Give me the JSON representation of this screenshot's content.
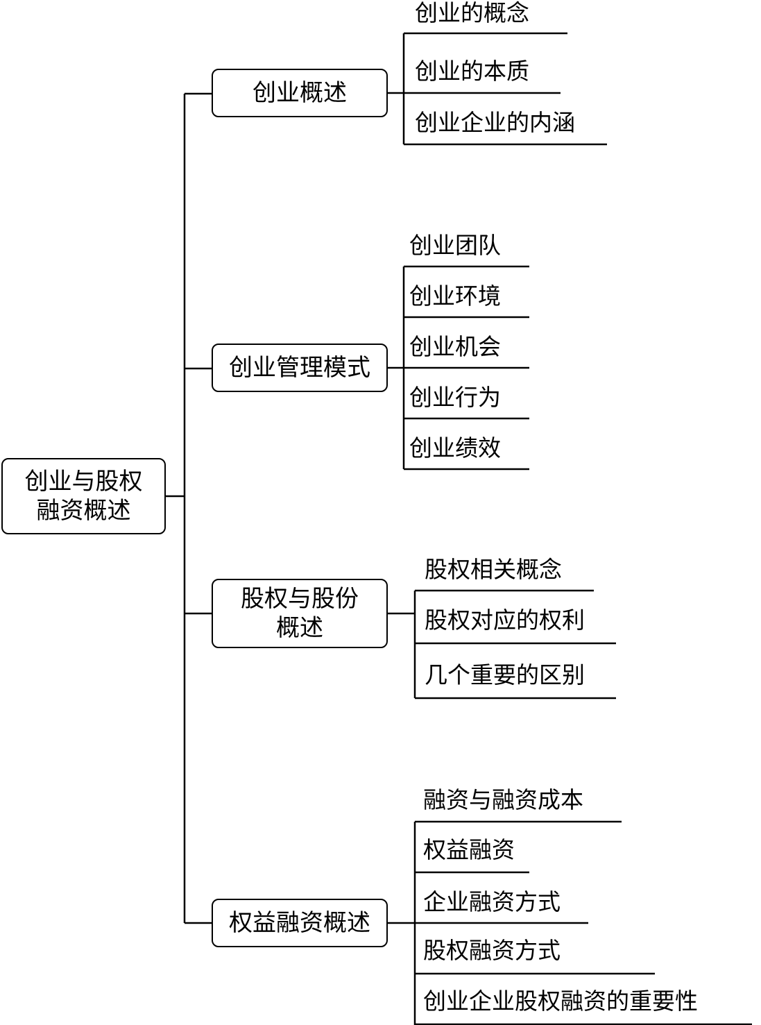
{
  "root": {
    "line1": "创业与股权",
    "line2": "融资概述"
  },
  "branches": [
    {
      "label": "创业概述",
      "items": [
        "创业的概念",
        "创业的本质",
        "创业企业的内涵"
      ]
    },
    {
      "label": "创业管理模式",
      "items": [
        "创业团队",
        "创业环境",
        "创业机会",
        "创业行为",
        "创业绩效"
      ]
    },
    {
      "label_line1": "股权与股份",
      "label_line2": "概述",
      "items": [
        "股权相关概念",
        "股权对应的权利",
        "几个重要的区别"
      ]
    },
    {
      "label": "权益融资概述",
      "items": [
        "融资与融资成本",
        "权益融资",
        "企业融资方式",
        "股权融资方式",
        "创业企业股权融资的重要性"
      ]
    }
  ]
}
